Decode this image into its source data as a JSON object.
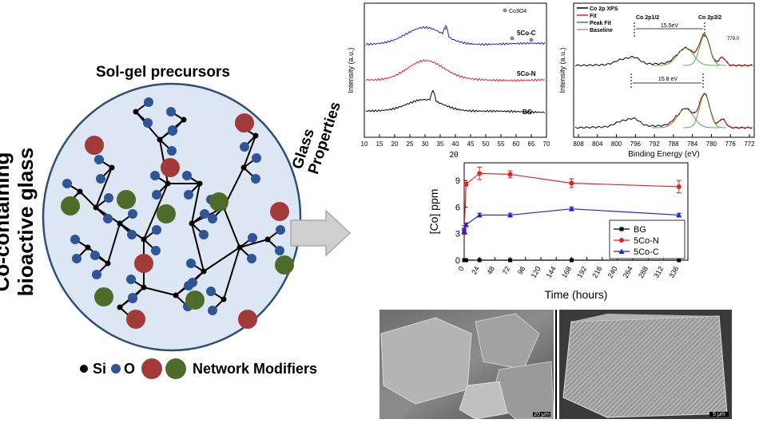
{
  "left_panel": {
    "title": "Co-containing bioactive glass",
    "title_line1": "Co-containing",
    "title_line2": "bioactive glass",
    "circle_title": "Sol-gel precursors",
    "legend": {
      "si": "Si",
      "o": "O",
      "modifiers": "Network Modifiers"
    },
    "colors": {
      "si": "#000000",
      "o": "#2f5597",
      "modifier_red": "#a33a3a",
      "modifier_green": "#4e6b2a",
      "circle_fill": "#dde7f3",
      "circle_stroke": "#2f4f75"
    }
  },
  "arrow": {
    "label_line1": "Glass",
    "label_line2": "Properties"
  },
  "xrd": {
    "ylabel": "Intensity (a.u.)",
    "xlabel": "2θ",
    "legend_marker": "Co3O4",
    "series_labels": [
      "5Co-C",
      "5Co-N",
      "BG"
    ],
    "x_ticks": [
      "10",
      "15",
      "20",
      "25",
      "30",
      "35",
      "40",
      "45",
      "50",
      "55",
      "60",
      "65",
      "70"
    ]
  },
  "xps": {
    "ylabel": "Intensity (a.u.)",
    "xlabel": "Binding Energy (eV)",
    "legend": [
      "Co 2p XPS",
      "Fit",
      "Peak Fit",
      "Baseline"
    ],
    "peak_labels": {
      "left": "Co 2p1/2",
      "right": "Co 2p3/2"
    },
    "annotations": [
      "15.5eV",
      "779.0",
      "15.8 eV"
    ],
    "x_ticks": [
      "808",
      "804",
      "800",
      "796",
      "792",
      "788",
      "784",
      "780",
      "776",
      "772"
    ]
  },
  "release_chart": {
    "ylabel": "[Co] ppm",
    "xlabel": "Time (hours)",
    "y_ticks": [
      "0",
      "3",
      "6",
      "9"
    ],
    "x_ticks": [
      "0",
      "24",
      "48",
      "72",
      "96",
      "120",
      "144",
      "168",
      "192",
      "216",
      "240",
      "264",
      "288",
      "312",
      "336"
    ]
  },
  "sem": {
    "scale_left": "20 μm",
    "scale_right": "5 μm"
  },
  "chart_data": {
    "type": "line",
    "xlabel": "Time (hours)",
    "ylabel": "[Co] ppm",
    "xlim": [
      0,
      350
    ],
    "ylim": [
      0,
      11
    ],
    "legend_position": "bottom-right",
    "series": [
      {
        "name": "BG",
        "color": "#000000",
        "marker": "square",
        "x": [
          0,
          3,
          24,
          72,
          168,
          336
        ],
        "y": [
          0,
          0,
          0,
          0,
          0,
          0
        ],
        "err": [
          0,
          0,
          0,
          0,
          0,
          0
        ]
      },
      {
        "name": "5Co-N",
        "color": "#e3221d",
        "marker": "circle",
        "x": [
          0,
          3,
          24,
          72,
          168,
          336
        ],
        "y": [
          3.4,
          8.6,
          9.8,
          9.7,
          8.7,
          8.3
        ],
        "err": [
          0.5,
          0.2,
          0.7,
          0.4,
          0.5,
          0.7
        ]
      },
      {
        "name": "5Co-C",
        "color": "#1c22d8",
        "marker": "triangle",
        "x": [
          0,
          3,
          24,
          72,
          168,
          336
        ],
        "y": [
          3.3,
          4.0,
          5.1,
          5.1,
          5.8,
          5.1
        ],
        "err": [
          0.3,
          0.2,
          0.2,
          0.2,
          0.2,
          0.2
        ]
      }
    ]
  }
}
